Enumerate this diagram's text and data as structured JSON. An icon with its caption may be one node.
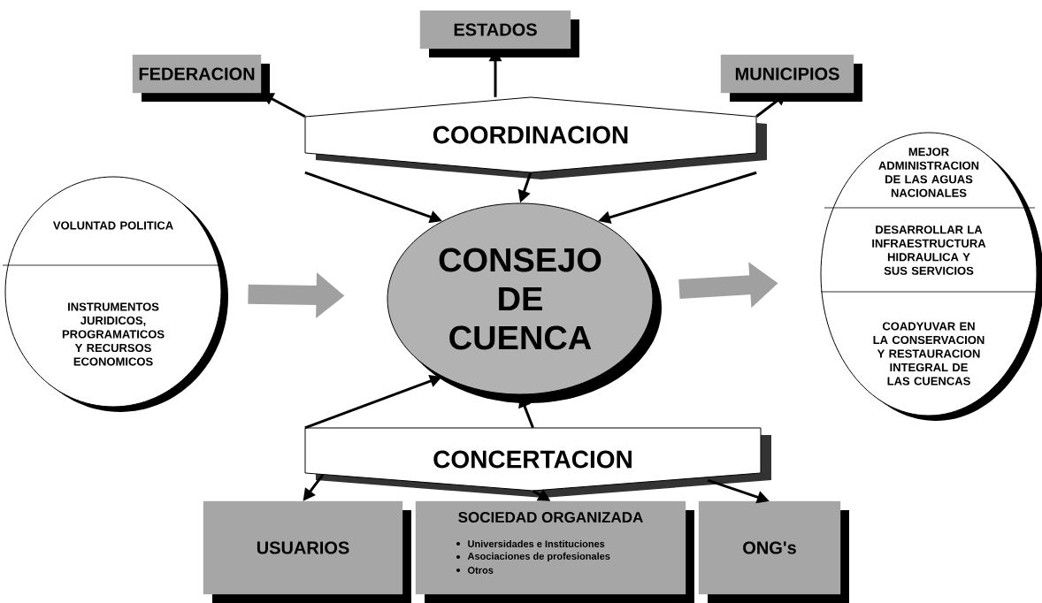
{
  "diagram": {
    "nodes": [
      {
        "text": [
          "FEDERACION"
        ]
      },
      {
        "text": [
          "ESTADOS"
        ]
      },
      {
        "text": [
          "MUNICIPIOS"
        ]
      },
      {
        "text": [
          "COORDINACION"
        ]
      },
      {
        "text": [
          "VOLUNTAD POLITICA",
          "INSTRUMENTOS JURIDICOS, PROGRAMATICOS Y RECURSOS ECONOMICOS"
        ]
      },
      {
        "text": [
          "CONSEJO DE CUENCA"
        ]
      },
      {
        "text": [
          "MEJOR ADMINISTRACION DE LAS AGUAS NACIONALES",
          "DESARROLLAR LA INFRAESTRUCTURA HIDRAULICA Y SUS SERVICIOS",
          "COADYUVAR EN LA CONSERVACION Y RESTAURACION INTEGRAL DE LAS CUENCAS"
        ]
      },
      {
        "text": [
          "CONCERTACION"
        ]
      },
      {
        "text": [
          "USUARIOS"
        ]
      },
      {
        "text": [
          "SOCIEDAD ORGANIZADA",
          "Universidades e Instituciones",
          "Asociaciones de profesionales",
          "Otros"
        ]
      },
      {
        "text": [
          "ONG's"
        ]
      }
    ],
    "edges": [
      {
        "from": 3,
        "to": 0,
        "arrow": "to"
      },
      {
        "from": 3,
        "to": 1,
        "arrow": "to"
      },
      {
        "from": 3,
        "to": 2,
        "arrow": "to"
      },
      {
        "from": 3,
        "to": 5,
        "arrow": "to"
      },
      {
        "from": 3,
        "to": 5,
        "arrow": "to"
      },
      {
        "from": 3,
        "to": 5,
        "arrow": "to"
      },
      {
        "from": 4,
        "to": 5,
        "arrow": "to",
        "style": "thick",
        "color": "#a0a0a0"
      },
      {
        "from": 5,
        "to": 6,
        "arrow": "to",
        "style": "thick",
        "color": "#a0a0a0"
      },
      {
        "from": 7,
        "to": 5,
        "arrow": "to"
      },
      {
        "from": 7,
        "to": 5,
        "arrow": "to"
      },
      {
        "from": 7,
        "to": 8,
        "arrow": "to"
      },
      {
        "from": 7,
        "to": 9,
        "arrow": "to"
      },
      {
        "from": 7,
        "to": 10,
        "arrow": "to"
      }
    ]
  }
}
